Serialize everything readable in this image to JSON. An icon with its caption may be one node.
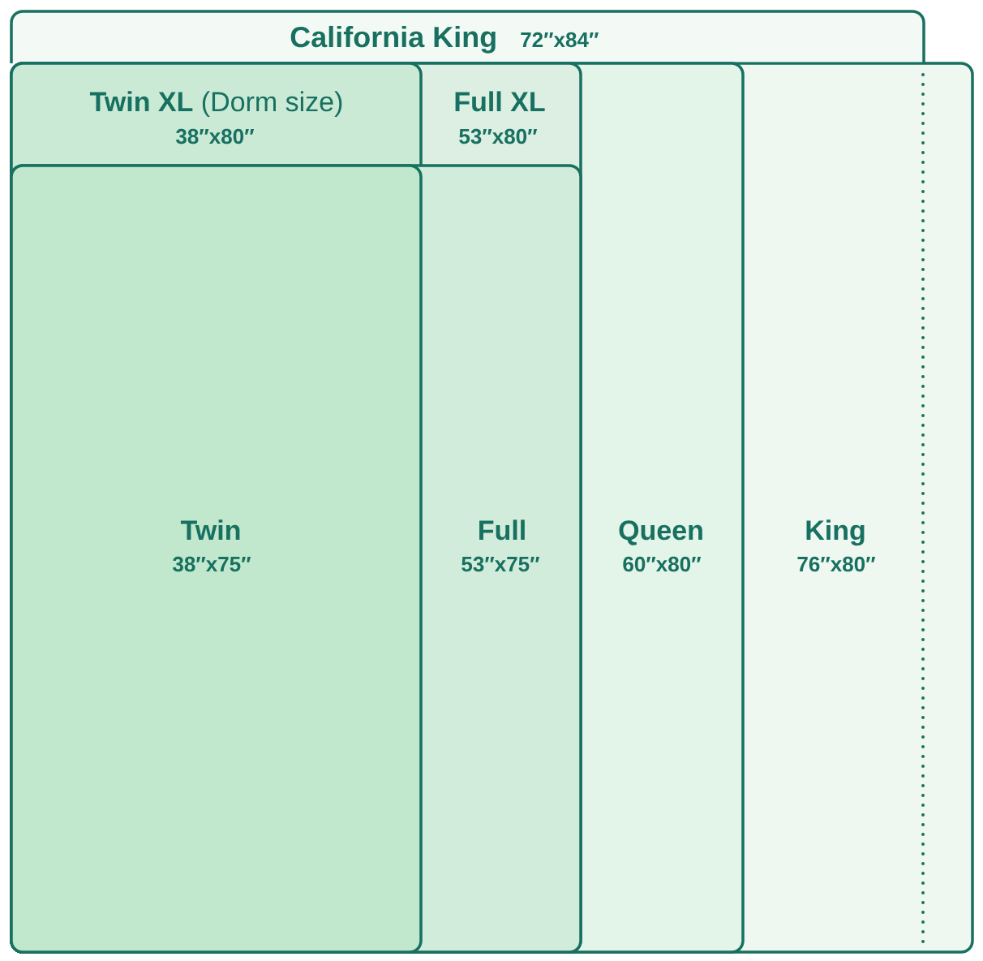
{
  "diagram": {
    "nodes": [
      {
        "text": [
          "California King",
          "72″x84″"
        ]
      },
      {
        "text": [
          "**Twin XL** (Dorm size)",
          "38″x80″"
        ],
        "in": 2
      },
      {
        "text": [
          "Full XL",
          "53″x80″"
        ],
        "in": 5
      },
      {
        "text": [
          "Twin",
          "38″x75″"
        ],
        "in": 4
      },
      {
        "text": [
          "Full",
          "53″x75″"
        ],
        "in": 2
      },
      {
        "text": [
          "Queen",
          "60″x80″"
        ],
        "in": 6
      },
      {
        "text": [
          "King",
          "76″x80″"
        ]
      }
    ]
  }
}
